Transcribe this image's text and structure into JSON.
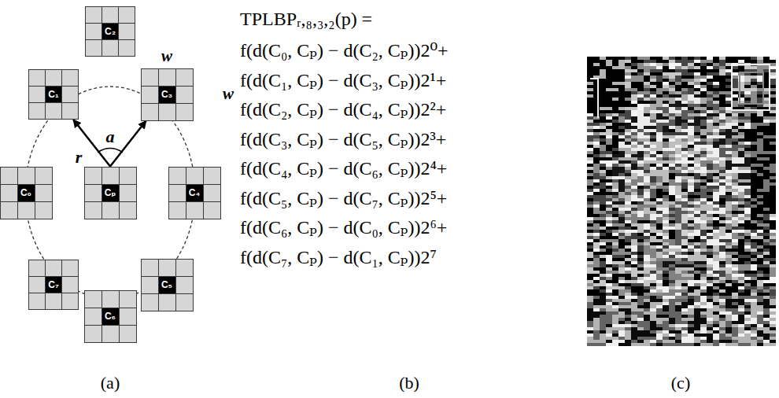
{
  "diagram": {
    "nodes": [
      {
        "text": [
          "C₂"
        ]
      },
      {
        "text": [
          "C₁"
        ]
      },
      {
        "text": [
          "C₃"
        ]
      },
      {
        "text": [
          "C₀"
        ]
      },
      {
        "text": [
          "Cₚ"
        ]
      },
      {
        "text": [
          "C₄"
        ]
      },
      {
        "text": [
          "C₇"
        ]
      },
      {
        "text": [
          "C₅"
        ]
      },
      {
        "text": [
          "C₆"
        ]
      }
    ],
    "edges": [
      {
        "from": 4,
        "to": 1,
        "arrow": "to"
      },
      {
        "from": 4,
        "to": 2,
        "arrow": "to"
      }
    ],
    "labels": [
      "w",
      "w",
      "a",
      "r",
      "TPLBPᵣ,₈,₃,₂(p) =",
      "f(d(C₀, Cₚ) − d(C₂, Cₚ))2⁰+",
      "f(d(C₁, Cₚ) − d(C₃, Cₚ))2¹+",
      "f(d(C₂, Cₚ) − d(C₄, Cₚ))2²+",
      "f(d(C₃, Cₚ) − d(C₅, Cₚ))2³+",
      "f(d(C₄, Cₚ) − d(C₆, Cₚ))2⁴+",
      "f(d(C₅, Cₚ) − d(C₇, Cₚ))2⁵+",
      "f(d(C₆, Cₚ) − d(C₀, Cₚ))2⁶+",
      "f(d(C₇, Cₚ) − d(C₁, Cₚ))2⁷",
      "(a)",
      "(b)",
      "(c)"
    ]
  }
}
